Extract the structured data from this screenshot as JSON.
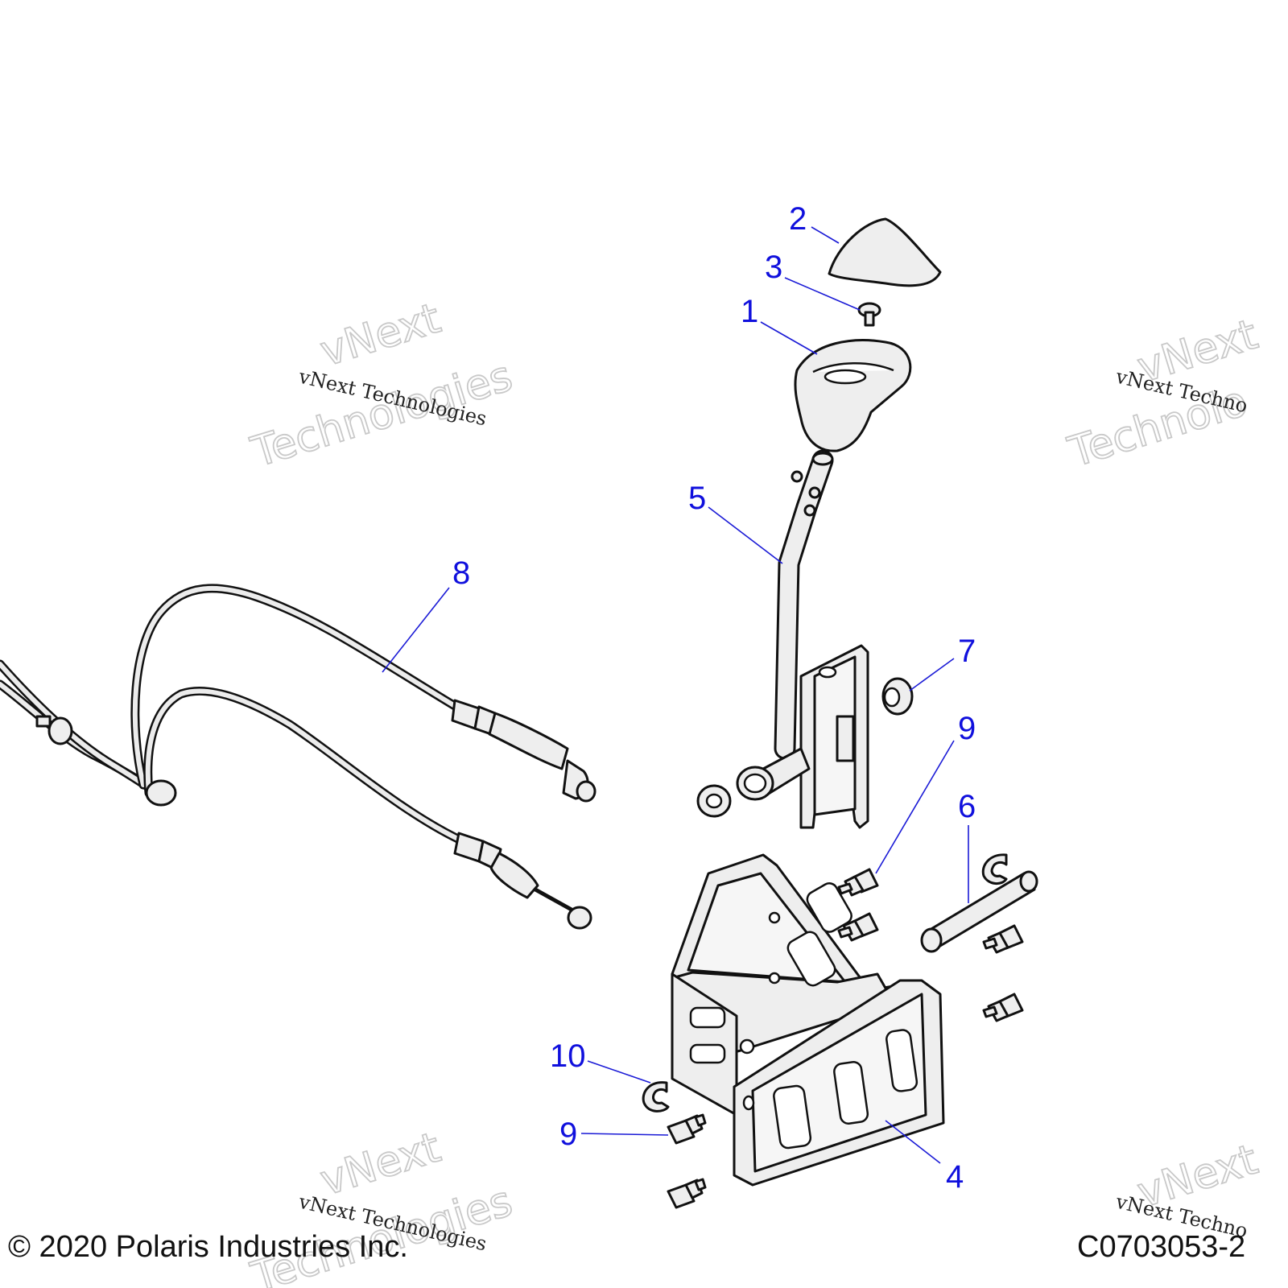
{
  "callouts": [
    "1",
    "2",
    "3",
    "5",
    "8",
    "7",
    "9",
    "6",
    "10",
    "9",
    "4"
  ],
  "watermark": {
    "brand": "vNext",
    "brand_word": "Technologies",
    "caption": "vNext Technologies",
    "caption_right": "vNext Techno",
    "brand_word_right": "Technolo"
  },
  "footer": {
    "copyright": "© 2020 Polaris Industries Inc.",
    "drawing_code": "C0703053-2"
  }
}
